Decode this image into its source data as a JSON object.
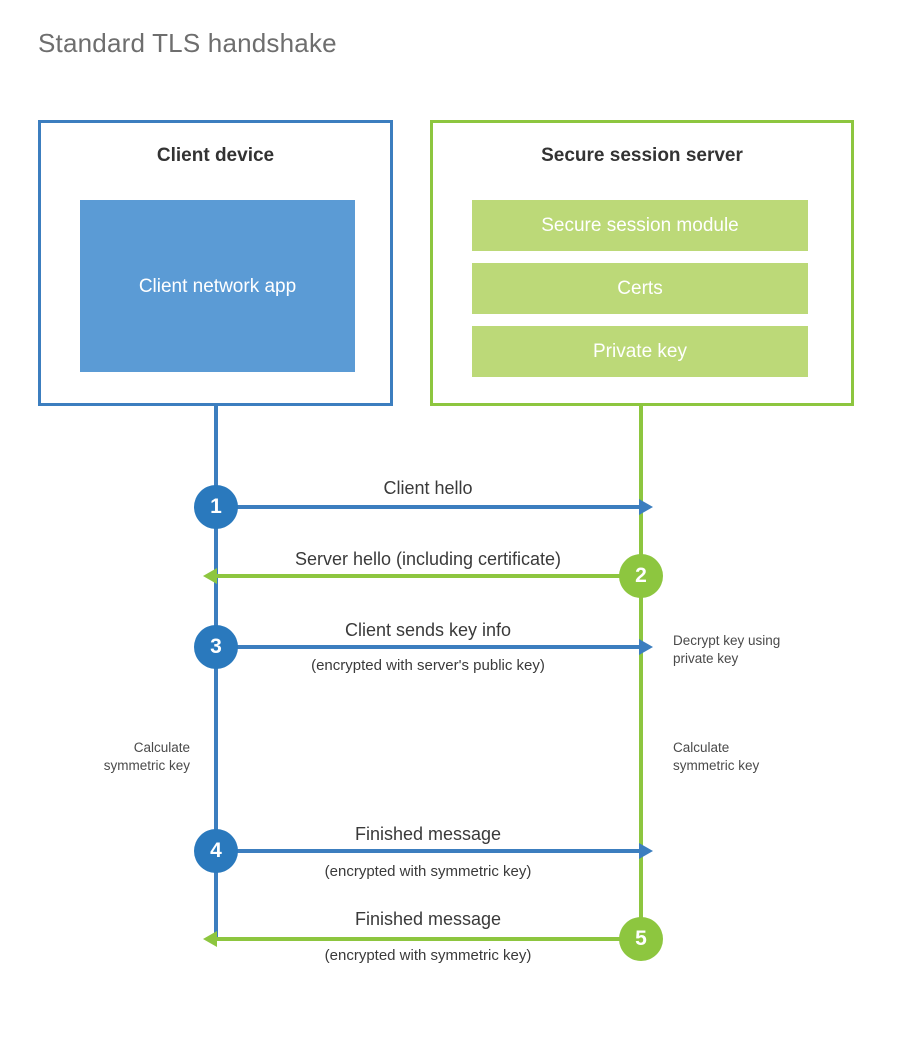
{
  "page": {
    "title": "Standard TLS handshake"
  },
  "colors": {
    "client_blue": "#3c7ebf",
    "client_circle_blue": "#2a79bd",
    "client_app_fill": "#5b9bd5",
    "server_green": "#8dc63f",
    "server_bar_fill": "#bcd978",
    "title_gray": "#6e6e6e",
    "text_gray": "#3a3a3a",
    "background": "#ffffff"
  },
  "parties": {
    "client": {
      "title": "Client device",
      "app_label": "Client network app"
    },
    "server": {
      "title": "Secure session server",
      "bars": [
        "Secure session module",
        "Certs",
        "Private key"
      ]
    }
  },
  "steps": [
    {
      "number": "1",
      "side": "client",
      "direction": "right",
      "label": "Client hello",
      "sub": ""
    },
    {
      "number": "2",
      "side": "server",
      "direction": "left",
      "label": "Server hello (including certificate)",
      "sub": ""
    },
    {
      "number": "3",
      "side": "client",
      "direction": "right",
      "label": "Client sends key info",
      "sub": "(encrypted with server's public key)"
    },
    {
      "number": "4",
      "side": "client",
      "direction": "right",
      "label": "Finished message",
      "sub": "(encrypted with symmetric key)"
    },
    {
      "number": "5",
      "side": "server",
      "direction": "left",
      "label": "Finished message",
      "sub": "(encrypted with symmetric key)"
    }
  ],
  "notes": {
    "decrypt_key": "Decrypt key using\nprivate key",
    "decrypt_key_line1": "Decrypt key using",
    "decrypt_key_line2": "private key",
    "calc_client_line1": "Calculate",
    "calc_client_line2": "symmetric key",
    "calc_server_line1": "Calculate",
    "calc_server_line2": "symmetric key"
  }
}
